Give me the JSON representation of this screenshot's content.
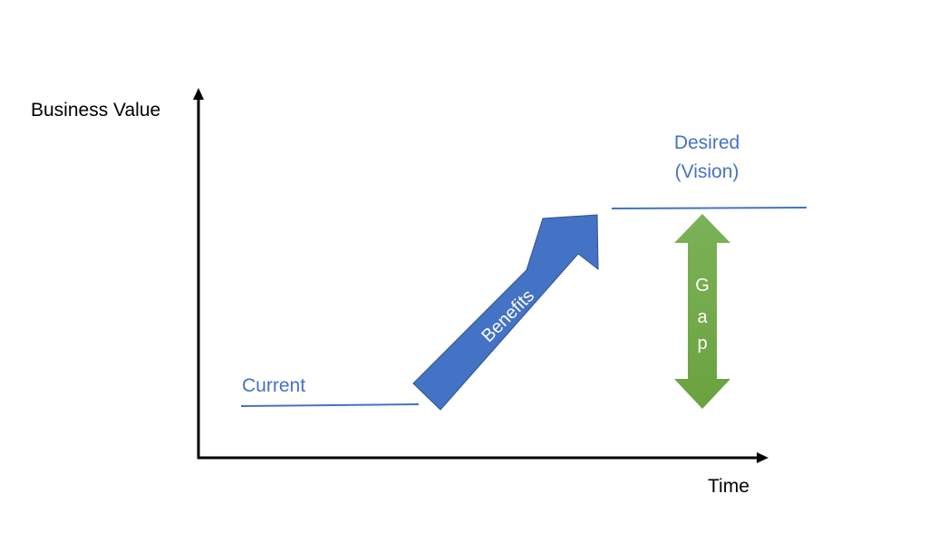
{
  "diagram": {
    "y_axis_label": "Business Value",
    "x_axis_label": "Time",
    "current_label": "Current",
    "desired_label_line1": "Desired",
    "desired_label_line2": "(Vision)",
    "benefits_label": "Benefits",
    "gap_letters": [
      "G",
      "a",
      "p"
    ],
    "colors": {
      "axis": "#000000",
      "text": "#000000",
      "accent_blue": "#4472C4",
      "benefits_arrow": "#4472C4",
      "benefits_arrow_stroke": "#2F528F",
      "gap_arrow": "#70AD47",
      "white_text": "#FFFFFF"
    }
  }
}
